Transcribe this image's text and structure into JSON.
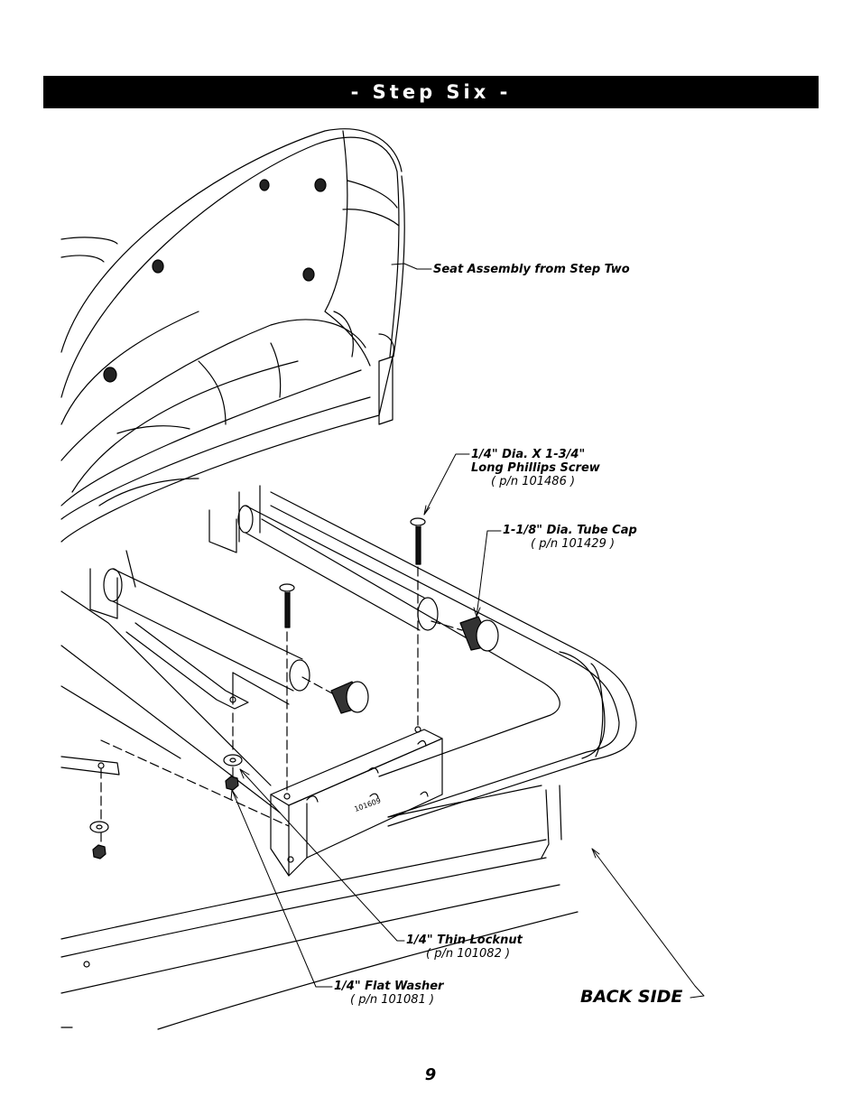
{
  "header": {
    "title": "- Step Six -"
  },
  "callouts": {
    "seat_assembly": {
      "label": "Seat Assembly from Step Two"
    },
    "screw": {
      "line1": "1/4\" Dia. X 1-3/4\"",
      "line2": "Long Phillips Screw",
      "part_number": "( p/n 101486 )"
    },
    "tube_cap": {
      "label": "1-1/8\" Dia. Tube Cap",
      "part_number": "( p/n 101429 )"
    },
    "locknut": {
      "label": "1/4\" Thin Locknut",
      "part_number": "( p/n 101082 )"
    },
    "washer": {
      "label": "1/4\" Flat Washer",
      "part_number": "( p/n 101081 )"
    },
    "back_side": {
      "label": "BACK SIDE"
    }
  },
  "bracket": {
    "stamp": "101609"
  },
  "footer": {
    "page_number": "9"
  }
}
